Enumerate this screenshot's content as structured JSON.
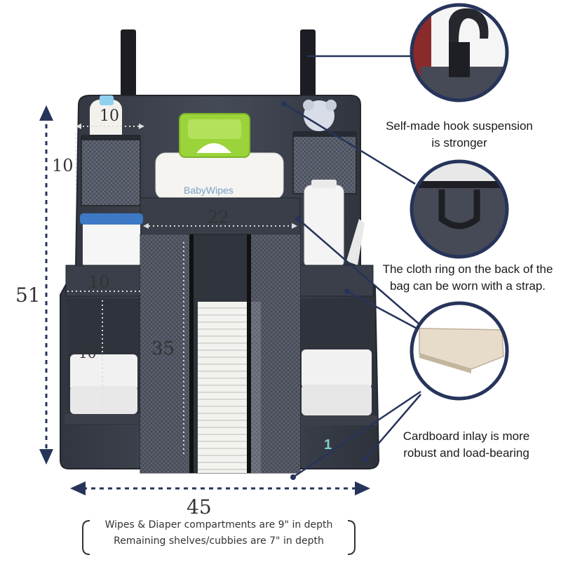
{
  "dimensions": {
    "top_left_pocket_width": "10",
    "top_left_pocket_height": "10",
    "total_height": "51",
    "center_width": "22",
    "left_cubby_width": "10",
    "left_cubby_height": "10\"",
    "center_height": "35",
    "total_width": "45"
  },
  "features": [
    {
      "text": "Self-made hook suspension is stronger"
    },
    {
      "text": "The cloth ring on the back of the bag can be worn with a strap."
    },
    {
      "text": "Cardboard inlay is more robust and load-bearing"
    }
  ],
  "feature_lines": {
    "hook": [
      "Self-made hook suspension",
      "is stronger"
    ],
    "ring": [
      "The cloth ring on the back of the",
      "bag can be worn with a strap."
    ],
    "cardboard": [
      "Cardboard inlay is more",
      "robust and load-bearing"
    ]
  },
  "product_labels": {
    "wipes_brand": "BabyWipes"
  },
  "depth_note": {
    "line1": "Wipes & Diaper compartments are 9\" in depth",
    "line2": "Remaining shelves/cubbies are 7\" in depth"
  },
  "colors": {
    "bag": "#3e4350",
    "bag_dark": "#2c3039",
    "strap": "#1b1d22",
    "navy_line": "#27345a",
    "wipes_lid": "#9ad43a",
    "dim_dots": "#dddddd"
  }
}
